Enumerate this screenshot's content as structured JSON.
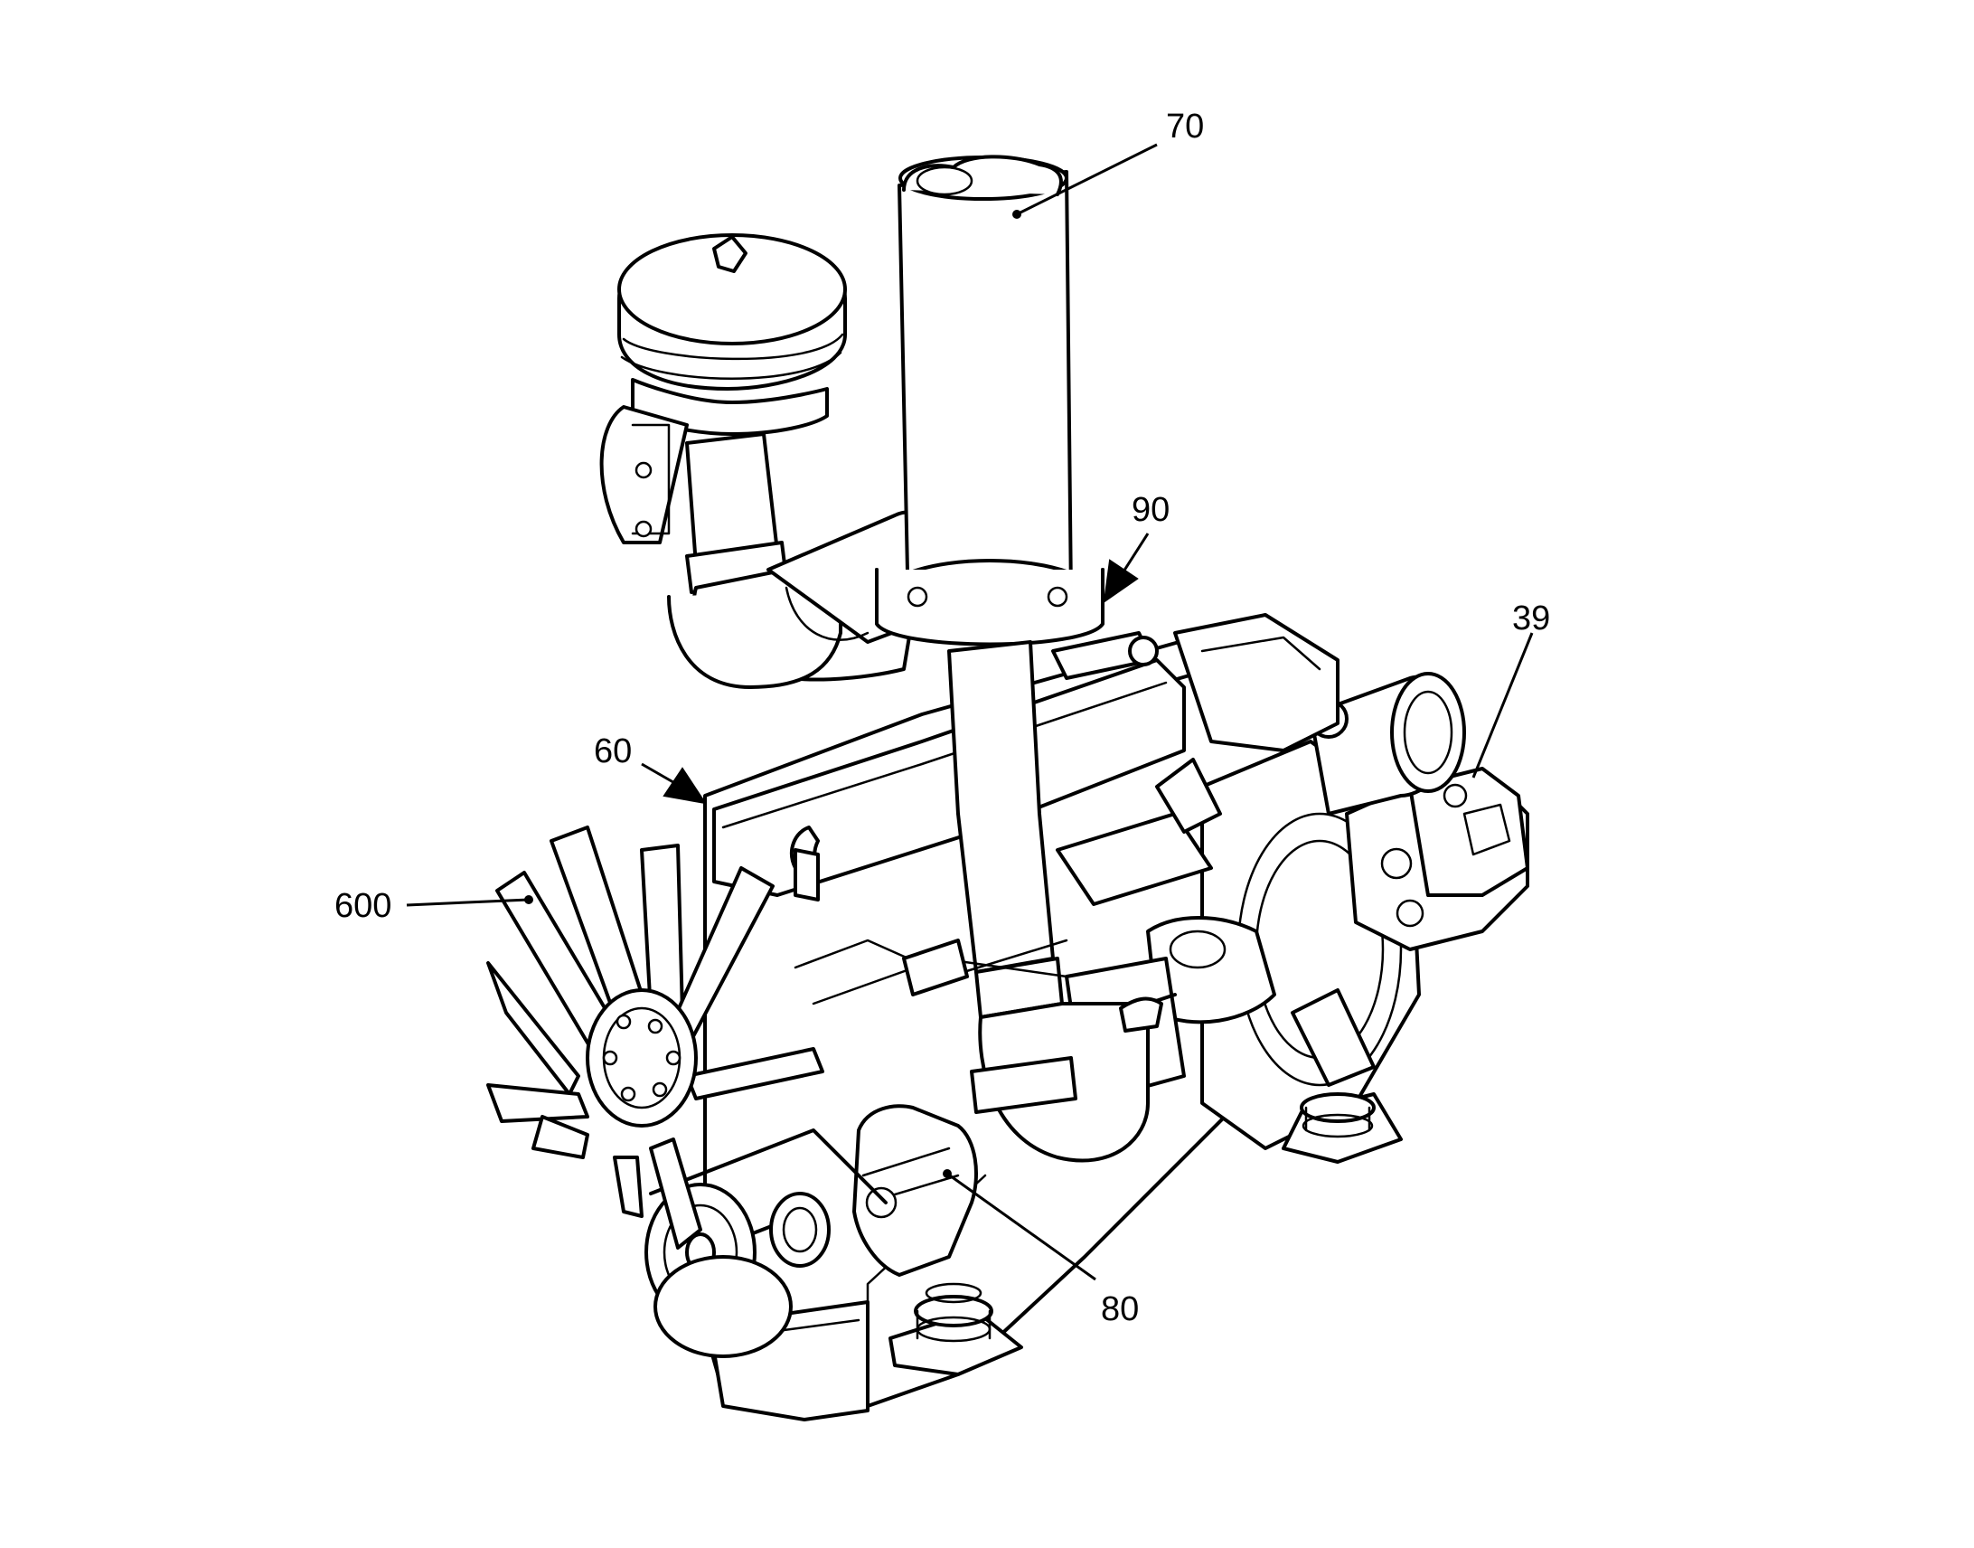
{
  "callouts": {
    "c70": "70",
    "c90": "90",
    "c39": "39",
    "c60": "60",
    "c600": "600",
    "c80": "80"
  }
}
